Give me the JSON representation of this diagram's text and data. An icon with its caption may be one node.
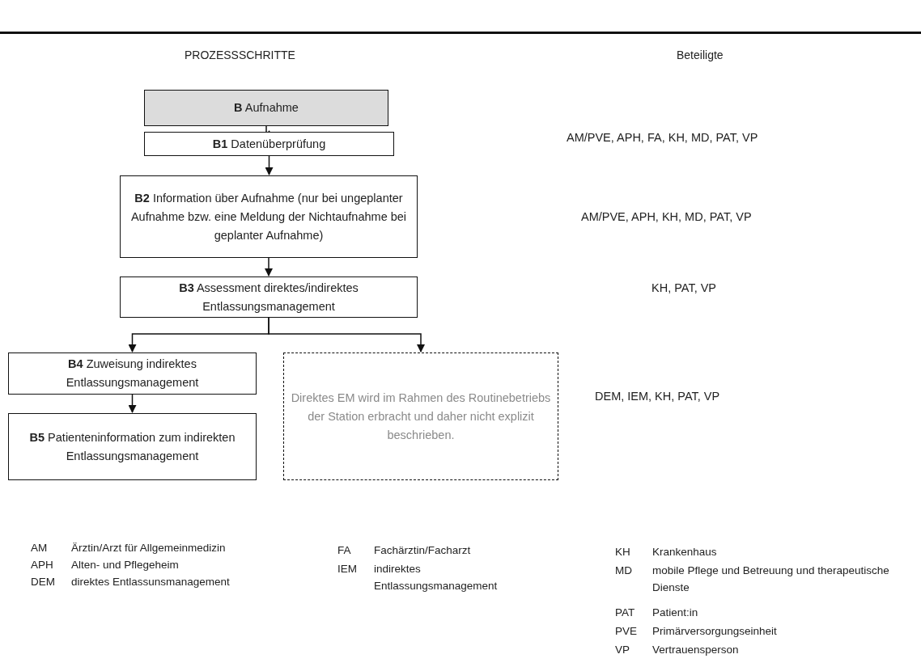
{
  "diagram": {
    "nodes": [
      {
        "text": [
          "**B** Aufnahme"
        ]
      },
      {
        "text": [
          "**B1** Datenüberprüfung"
        ]
      },
      {
        "text": [
          "**B2** Information über Aufnahme (nur bei ungeplanter Aufnahme bzw.  eine Meldung der Nichtaufnahme bei geplanter Aufnahme)"
        ]
      },
      {
        "text": [
          "**B3** Assessment direktes/indirektes Entlassungsmanagement"
        ]
      },
      {
        "text": [
          "**B4** Zuweisung indirektes Entlassungsmanagement"
        ]
      },
      {
        "text": [
          "Direktes EM wird im Rahmen des Routinebetriebs der Station erbracht und daher nicht explizit beschrieben."
        ]
      },
      {
        "text": [
          "**B5** Patienteninformation zum indirekten Entlassungsmanagement"
        ]
      }
    ],
    "edges": [
      {
        "from": 0,
        "to": 1,
        "arrow": "to"
      },
      {
        "from": 1,
        "to": 2,
        "arrow": "to"
      },
      {
        "from": 2,
        "to": 3,
        "arrow": "to"
      },
      {
        "from": 3,
        "to": 4,
        "arrow": "to"
      },
      {
        "from": 3,
        "to": 5,
        "arrow": "to"
      },
      {
        "from": 4,
        "to": 6,
        "arrow": "to"
      }
    ],
    "labels": [
      "PROZESSSCHRITTE",
      "Beteiligte",
      "AM/PVE, APH, FA, KH, MD, PAT, VP",
      "AM/PVE, APH, KH, MD, PAT, VP",
      "KH, PAT, VP",
      "DEM, IEM, KH, PAT, VP",
      "AM",
      "Ärztin/Arzt für Allgemeinmedizin",
      "APH",
      "Alten- und Pflegeheim",
      "DEM",
      "direktes Entlassunsmanagement",
      "FA",
      "Fachärztin/Facharzt",
      "IEM",
      "indirektes Entlassungsmanagement",
      "KH",
      "Krankenhaus",
      "MD",
      "mobile Pflege und Betreuung und therapeutische Dienste",
      "PAT",
      "Patient:in",
      "PVE",
      "Primärversorgungseinheit",
      "VP",
      "Vertrauensperson"
    ]
  }
}
